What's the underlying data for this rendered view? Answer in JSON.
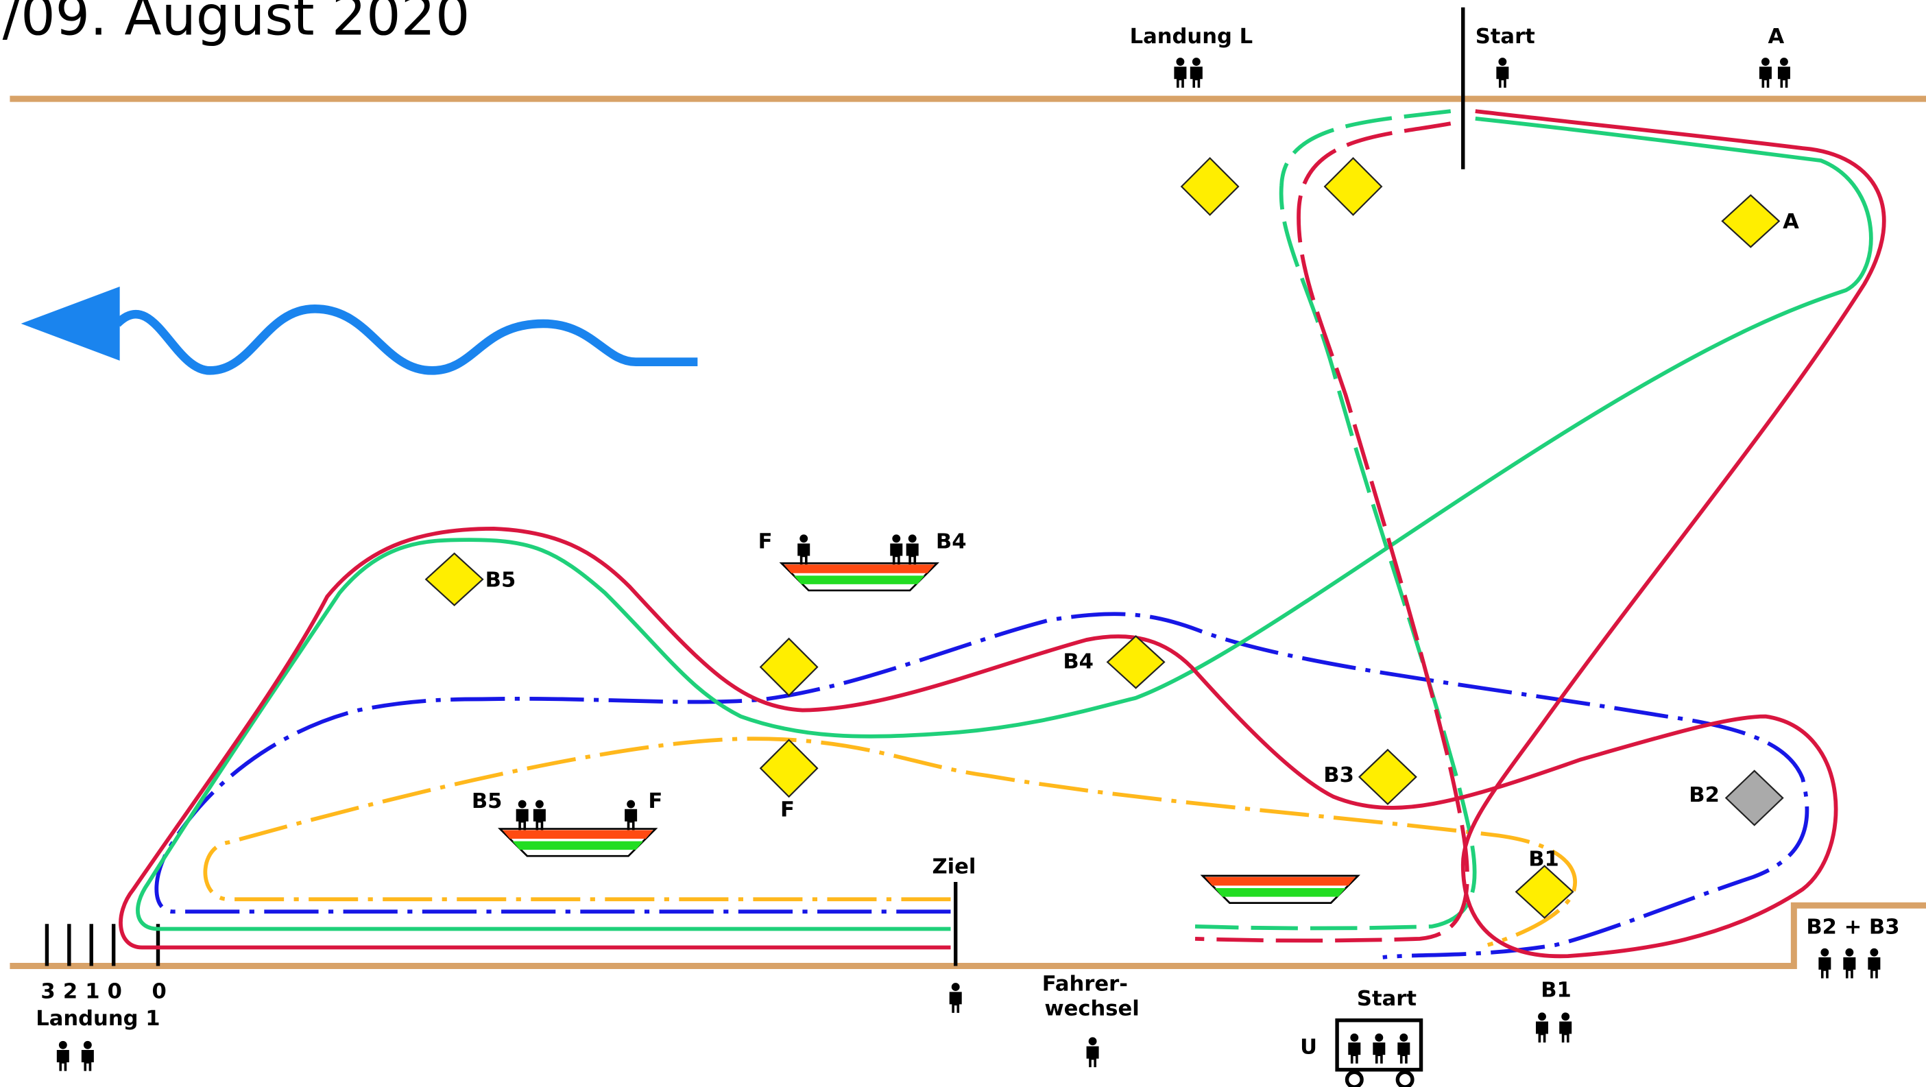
{
  "title": "/09. August 2020",
  "colors": {
    "red": "#d9163f",
    "green": "#1fd07a",
    "blue": "#1717e6",
    "orange": "#ffb81c",
    "shore": "#d8a268",
    "buoy": "#ffee00",
    "buoy_grey": "#aaaaaa",
    "wind": "#1a84ee"
  },
  "labels": {
    "landung_l": "Landung L",
    "start_top": "Start",
    "a_top": "A",
    "a_buoy": "A",
    "b5_buoy": "B5",
    "b5_boat": "B5",
    "f_boat_left": "F",
    "f_ramp": "F",
    "f_ramp_boat": "F",
    "b4_ramp": "B4",
    "b4_buoy": "B4",
    "b3_buoy": "B3",
    "b2_buoy": "B2",
    "b1_buoy": "B1",
    "b1_bottom": "B1",
    "b2_b3": "B2 + B3",
    "ziel": "Ziel",
    "start_bottom": "Start",
    "u": "U",
    "fahrer": "Fahrer-",
    "wechsel": "wechsel",
    "landung_1": "Landung 1",
    "tick_3": "3",
    "tick_2": "2",
    "tick_1": "1",
    "tick_0a": "0",
    "tick_0b": "0"
  },
  "icons": [
    "person-icon",
    "wind-direction-icon",
    "buoy-icon",
    "boat-icon",
    "trailer-icon"
  ]
}
